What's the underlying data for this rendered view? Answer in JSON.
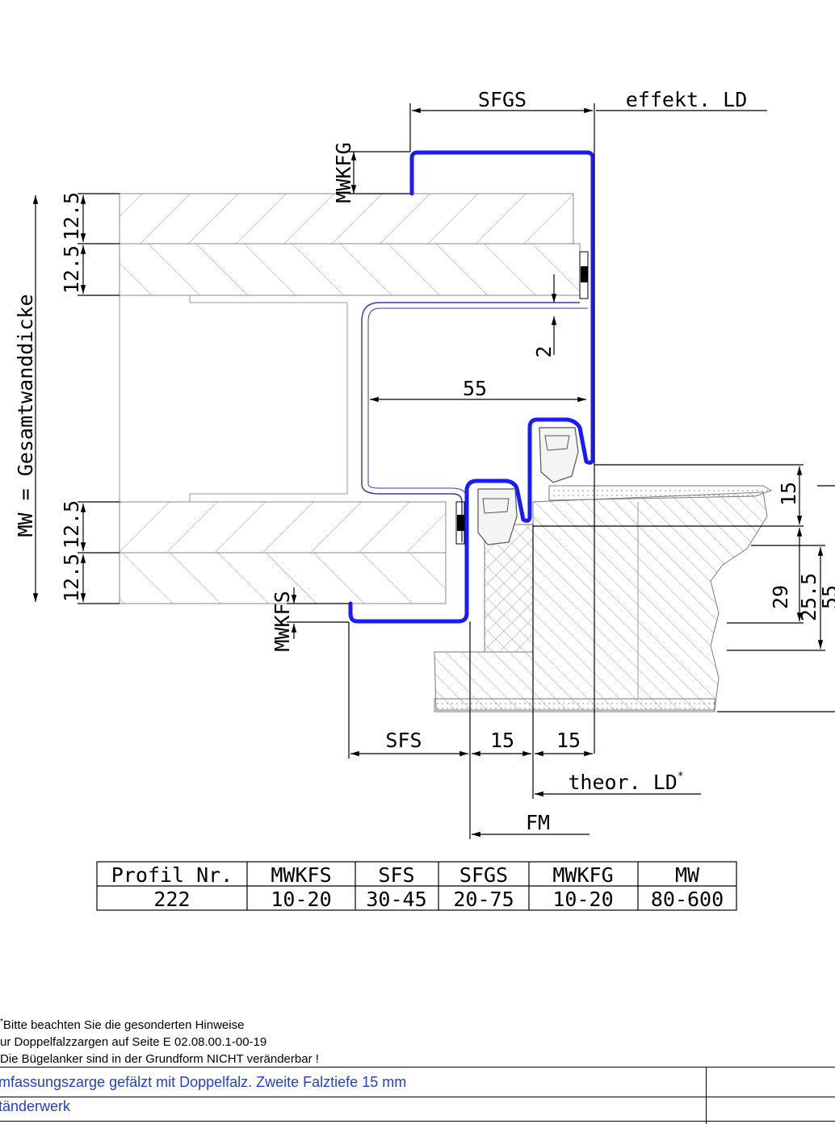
{
  "dimensions": {
    "sfgs": "SFGS",
    "effekt_ld": "effekt. LD",
    "mwkfg": "MWKFG",
    "mwkfs": "MWKFS",
    "mw_gesamt": "MW = Gesamtwanddicke",
    "d_12_5": "12.5",
    "d_2": "2",
    "d_55": "55",
    "d_15": "15",
    "d_29": "29",
    "d_25_5": "25.5",
    "sfs": "SFS",
    "theor_ld": "theor. LD",
    "fm": "FM"
  },
  "table": {
    "headers": [
      "Profil Nr.",
      "MWKFS",
      "SFS",
      "SFGS",
      "MWKFG",
      "MW"
    ],
    "row": [
      "222",
      "10-20",
      "30-45",
      "20-75",
      "10-20",
      "80-600"
    ]
  },
  "notes": {
    "line1": "Bitte beachten Sie die gesonderten Hinweise",
    "line2": "ur Doppelfalzzargen auf Seite E 02.08.00.1-00-19",
    "line3": "Die Bügelanker sind in der Grundform NICHT veränderbar !",
    "asterisk": "*"
  },
  "titleblock": {
    "row1": "mfassungszarge gefälzt mit Doppelfalz. Zweite Falztiefe 15 mm",
    "row2": "tänderwerk"
  },
  "colors": {
    "profile": "#1a1aff",
    "frame_outline": "#3a3aa0",
    "line": "#000000",
    "title_text": "#1f3fd8"
  }
}
